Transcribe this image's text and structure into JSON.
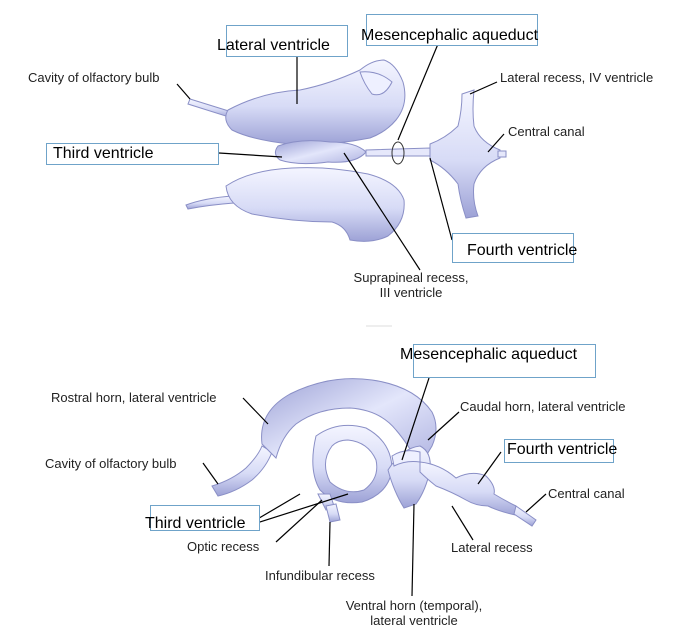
{
  "top_diagram": {
    "labels": {
      "cavity_olfactory_bulb": "Cavity of olfactory bulb",
      "lateral_recess_iv": "Lateral recess, IV ventricle",
      "central_canal": "Central canal",
      "suprapineal_recess_1": "Suprapineal recess,",
      "suprapineal_recess_2": "III ventricle"
    },
    "boxes": {
      "lateral_ventricle": "Lateral ventricle",
      "mesencephalic_aqueduct": "Mesencephalic aqueduct",
      "third_ventricle": "Third ventricle",
      "fourth_ventricle": "Fourth ventricle"
    }
  },
  "bottom_diagram": {
    "labels": {
      "rostral_horn": "Rostral horn, lateral ventricle",
      "caudal_horn": "Caudal horn, lateral ventricle",
      "cavity_olfactory_bulb": "Cavity of olfactory bulb",
      "central_canal": "Central canal",
      "optic_recess": "Optic recess",
      "lateral_recess": "Lateral recess",
      "infundibular_recess": "Infundibular recess",
      "ventral_horn_1": "Ventral horn (temporal),",
      "ventral_horn_2": "lateral ventricle"
    },
    "boxes": {
      "mesencephalic_aqueduct": "Mesencephalic aqueduct",
      "fourth_ventricle": "Fourth ventricle",
      "third_ventricle": "Third ventricle"
    }
  },
  "colors": {
    "ventricle_fill": "#dcdff7",
    "ventricle_shade": "#8a8fc6",
    "box_border": "#6fa3c9",
    "leader_line": "#000000"
  }
}
